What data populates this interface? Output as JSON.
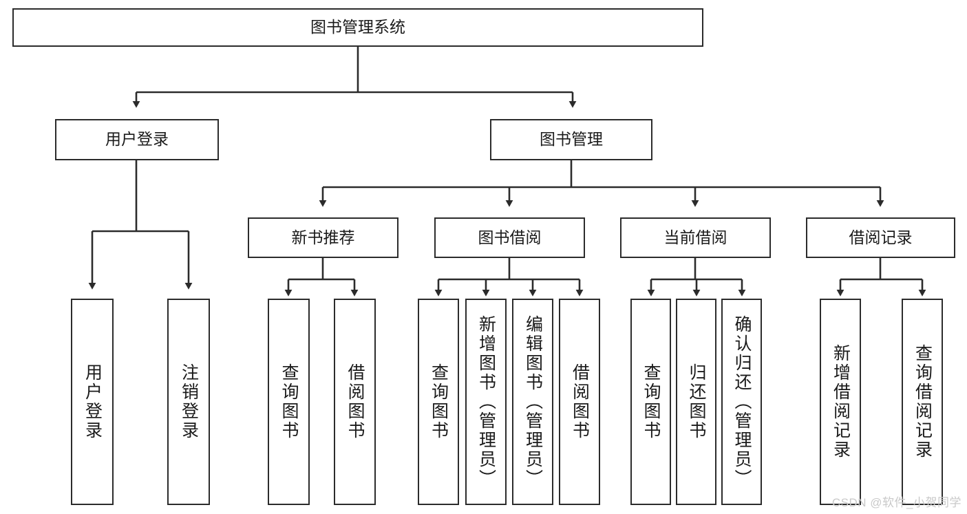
{
  "diagram": {
    "title": "图书管理系统",
    "type": "tree-hierarchy",
    "root": {
      "label": "图书管理系统"
    },
    "level1": [
      {
        "label": "用户登录"
      },
      {
        "label": "图书管理"
      }
    ],
    "level2": [
      {
        "label": "新书推荐"
      },
      {
        "label": "图书借阅"
      },
      {
        "label": "当前借阅"
      },
      {
        "label": "借阅记录"
      }
    ],
    "leaves": {
      "user_login": [
        {
          "label": "用户登录"
        },
        {
          "label": "注销登录"
        }
      ],
      "new_book_recommend": [
        {
          "label": "查询图书"
        },
        {
          "label": "借阅图书"
        }
      ],
      "book_borrow": [
        {
          "label": "查询图书"
        },
        {
          "label": "新增图书（管理员）"
        },
        {
          "label": "编辑图书（管理员）"
        },
        {
          "label": "借阅图书"
        }
      ],
      "current_borrow": [
        {
          "label": "查询图书"
        },
        {
          "label": "归还图书"
        },
        {
          "label": "确认归还（管理员）"
        }
      ],
      "borrow_record": [
        {
          "label": "新增借阅记录"
        },
        {
          "label": "查询借阅记录"
        }
      ]
    },
    "watermark": "CSDN @软件_小贺同学",
    "colors": {
      "stroke": "#2b2b2b",
      "fill": "#ffffff",
      "text": "#1a1a1a",
      "watermark": "#c9c9c9"
    }
  }
}
